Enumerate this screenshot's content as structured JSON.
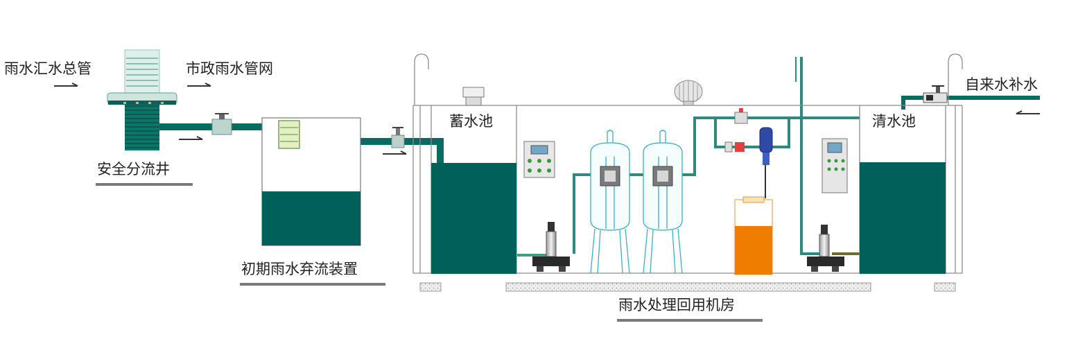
{
  "labels": {
    "rain_main_pipe": "雨水汇水总管",
    "municipal_network": "市政雨水管网",
    "safety_well": "安全分流井",
    "initial_diverter": "初期雨水弃流装置",
    "storage_tank": "蓄水池",
    "clear_tank": "清水池",
    "tap_water": "自来水补水",
    "machine_room": "雨水处理回用机房"
  },
  "colors": {
    "water": "#02605A",
    "pipe": "#0A6B62",
    "pipe_light": "#2E8A7E",
    "chemical": "#EE7D00",
    "building_line": "#8C8C8C",
    "underline": "#7A7A7A",
    "filter_stroke": "#3AAFC0"
  },
  "icons": {
    "arrow": "flow-arrow-icon",
    "valve": "valve-icon",
    "pump": "pump-icon",
    "filter": "filter-tank-icon",
    "control_panel": "control-panel-icon",
    "ventilator": "roof-ventilator-icon",
    "dosing": "dosing-pump-icon"
  }
}
